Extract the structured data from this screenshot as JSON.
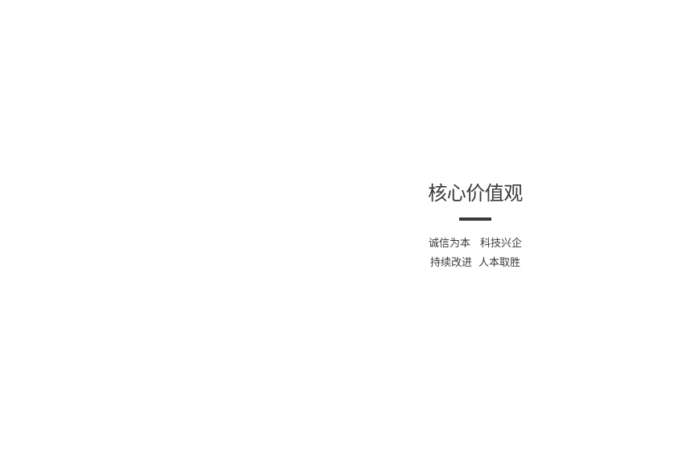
{
  "core_values": {
    "title": "核心价值观",
    "lines": [
      [
        "诚信为本",
        "科技兴企"
      ],
      [
        "持续改进",
        "人本取胜"
      ]
    ]
  },
  "colors": {
    "text": "#3a3a3a",
    "divider": "#3a3a3a",
    "background": "#ffffff"
  }
}
